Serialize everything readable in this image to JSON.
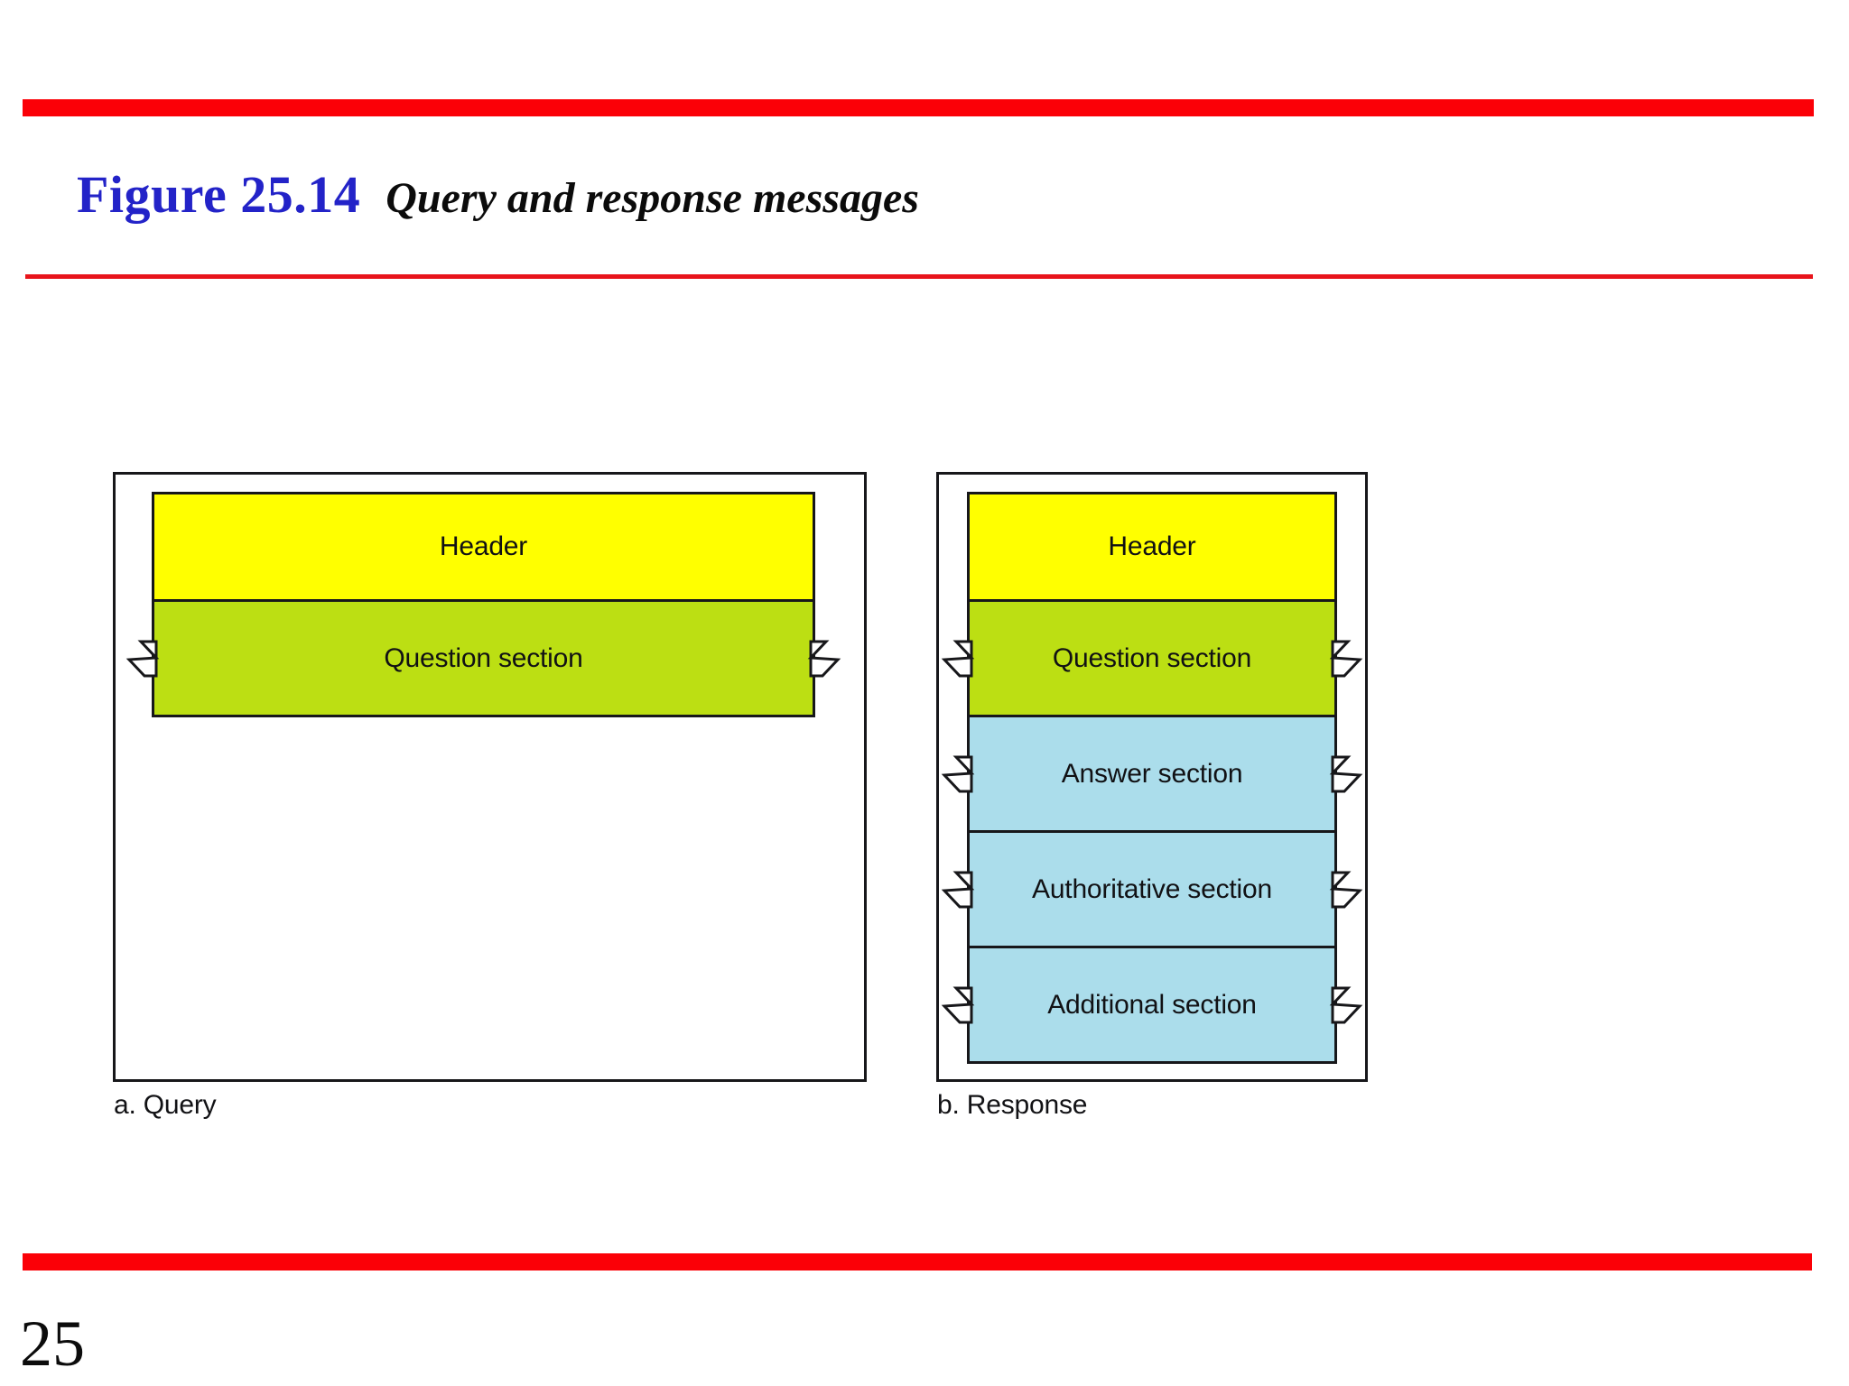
{
  "slide": {
    "page_number": "25",
    "title": {
      "figure_label": "Figure 25.14",
      "caption": "Query and response messages",
      "figure_color": "#2323C8",
      "caption_color": "#0B0B0B"
    },
    "rules": {
      "color_thick": "#FB0007",
      "color_thin": "#E8141B"
    }
  },
  "diagram": {
    "colors": {
      "header": "#FFFF00",
      "question": "#BCDF13",
      "answer": "#ABDDEB",
      "outline": "#17171A"
    },
    "panels": [
      {
        "id": "query",
        "caption": "a. Query",
        "sections": [
          {
            "label": "Header",
            "fill": "#FFFF00",
            "torn": false,
            "height": 122
          },
          {
            "label": "Question section",
            "fill": "#BCDF13",
            "torn": true,
            "height": 131
          }
        ]
      },
      {
        "id": "response",
        "caption": "b. Response",
        "sections": [
          {
            "label": "Header",
            "fill": "#FFFF00",
            "torn": false,
            "height": 122
          },
          {
            "label": "Question section",
            "fill": "#BCDF13",
            "torn": true,
            "height": 131
          },
          {
            "label": "Answer section",
            "fill": "#ABDDEB",
            "torn": true,
            "height": 131
          },
          {
            "label": "Authoritative section",
            "fill": "#ABDDEB",
            "torn": true,
            "height": 131
          },
          {
            "label": "Additional section",
            "fill": "#ABDDEB",
            "torn": true,
            "height": 131
          }
        ]
      }
    ]
  }
}
